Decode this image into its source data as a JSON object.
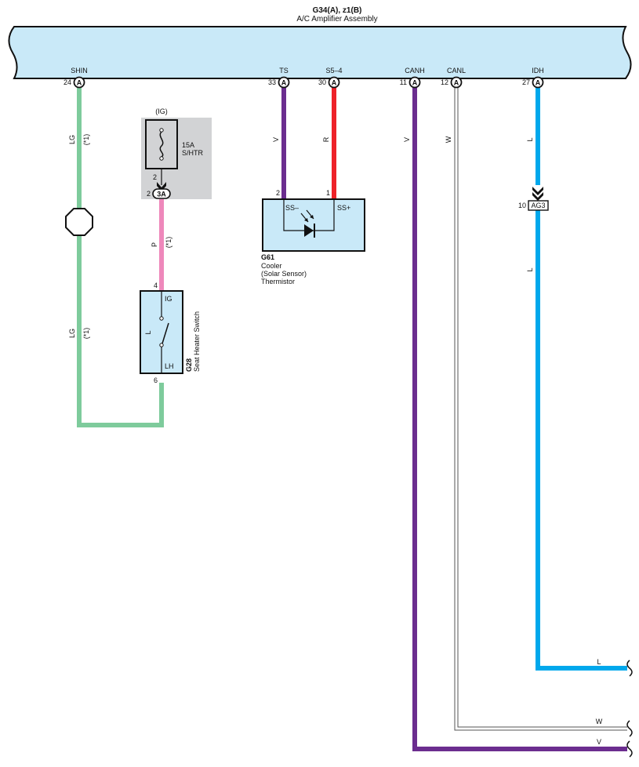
{
  "assembly": {
    "connector_ids": "G34(A), z1(B)",
    "name": "A/C Amplifier Assembly"
  },
  "terminals": [
    {
      "label": "SHIN",
      "pin": "24",
      "conn": "A"
    },
    {
      "label": "TS",
      "pin": "33",
      "conn": "A"
    },
    {
      "label": "S5–4",
      "pin": "30",
      "conn": "A"
    },
    {
      "label": "CANH",
      "pin": "11",
      "conn": "A"
    },
    {
      "label": "CANL",
      "pin": "12",
      "conn": "A"
    },
    {
      "label": "IDH",
      "pin": "27",
      "conn": "A"
    }
  ],
  "fuse": {
    "supply": "(IG)",
    "rating": "15A",
    "name": "S/HTR",
    "pin_out": "2",
    "junction_pin": "2",
    "junction_id": "3A"
  },
  "solar_sensor": {
    "id": "G61",
    "name_lines": [
      "Cooler",
      "(Solar Sensor)",
      "Thermistor"
    ],
    "pin_left": "2",
    "pin_right": "1",
    "term_left": "SS–",
    "term_right": "SS+"
  },
  "seat_heater_switch": {
    "id": "G28",
    "name": "Seat Heater Switch",
    "pin_top": "4",
    "pin_bottom": "6",
    "term_top": "IG",
    "term_bottom": "LH",
    "contact": "L"
  },
  "connector_ag3": {
    "pin": "10",
    "id": "AG3"
  },
  "wires": {
    "shin_color": "LG",
    "shin_note": "(*1)",
    "fuse_color": "P",
    "fuse_note": "(*1)",
    "ts_color": "V",
    "s5_color": "R",
    "canh_color": "V",
    "canl_color": "W",
    "idh_color": "L",
    "idh_lower_color": "L",
    "exit_l": "L",
    "exit_w": "W",
    "exit_v": "V"
  },
  "colors": {
    "lg": "#7ecb9c",
    "p": "#ee88bb",
    "v": "#6b2d8f",
    "r": "#ee2229",
    "l": "#00a8ec",
    "w": "#ffffff",
    "box_fill": "#c9e9f8",
    "fuse_bg": "#d2d3d5"
  }
}
